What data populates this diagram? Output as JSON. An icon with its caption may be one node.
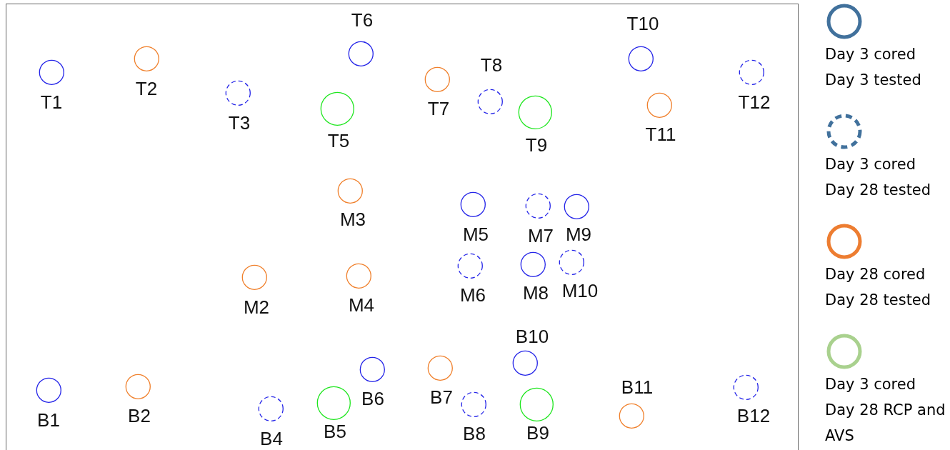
{
  "diagram": {
    "nodes": [
      {
        "text": [],
        "shape": "circle",
        "beside": [
          "T1"
        ]
      },
      {
        "text": [],
        "shape": "circle",
        "beside": [
          "T2"
        ]
      },
      {
        "text": [],
        "shape": "circle",
        "beside": [
          "T3"
        ]
      },
      {
        "text": [],
        "shape": "circle",
        "beside": [
          "T5"
        ]
      },
      {
        "text": [],
        "shape": "circle",
        "beside": [
          "T6"
        ]
      },
      {
        "text": [],
        "shape": "circle",
        "beside": [
          "T7"
        ]
      },
      {
        "text": [],
        "shape": "circle",
        "beside": [
          "T8"
        ]
      },
      {
        "text": [],
        "shape": "circle",
        "beside": [
          "T9"
        ]
      },
      {
        "text": [],
        "shape": "circle",
        "beside": [
          "T10"
        ]
      },
      {
        "text": [],
        "shape": "circle",
        "beside": [
          "T11"
        ]
      },
      {
        "text": [],
        "shape": "circle",
        "beside": [
          "T12"
        ]
      },
      {
        "text": [],
        "shape": "circle",
        "beside": [
          "M2"
        ]
      },
      {
        "text": [],
        "shape": "circle",
        "beside": [
          "M3"
        ]
      },
      {
        "text": [],
        "shape": "circle",
        "beside": [
          "M4"
        ]
      },
      {
        "text": [],
        "shape": "circle",
        "beside": [
          "M5"
        ]
      },
      {
        "text": [],
        "shape": "circle",
        "beside": [
          "M6"
        ]
      },
      {
        "text": [],
        "shape": "circle",
        "beside": [
          "M7"
        ]
      },
      {
        "text": [],
        "shape": "circle",
        "beside": [
          "M8"
        ]
      },
      {
        "text": [],
        "shape": "circle",
        "beside": [
          "M9"
        ]
      },
      {
        "text": [],
        "shape": "circle",
        "beside": [
          "M10"
        ]
      },
      {
        "text": [],
        "shape": "circle",
        "beside": [
          "B1"
        ]
      },
      {
        "text": [],
        "shape": "circle",
        "beside": [
          "B2"
        ]
      },
      {
        "text": [],
        "shape": "circle",
        "beside": [
          "B4"
        ]
      },
      {
        "text": [],
        "shape": "circle",
        "beside": [
          "B5"
        ]
      },
      {
        "text": [],
        "shape": "circle",
        "beside": [
          "B6"
        ]
      },
      {
        "text": [],
        "shape": "circle",
        "beside": [
          "B7"
        ]
      },
      {
        "text": [],
        "shape": "circle",
        "beside": [
          "B8"
        ]
      },
      {
        "text": [],
        "shape": "circle",
        "beside": [
          "B9"
        ]
      },
      {
        "text": [],
        "shape": "circle",
        "beside": [
          "B10"
        ]
      },
      {
        "text": [],
        "shape": "circle",
        "beside": [
          "B11"
        ]
      },
      {
        "text": [],
        "shape": "circle",
        "beside": [
          "B12"
        ]
      }
    ],
    "legend": [
      {
        "text": "Day 3 cored Day 3 tested"
      },
      {
        "text": "Day 3 cored Day 28 tested"
      },
      {
        "text": "Day 28 cored Day 28 tested"
      },
      {
        "text": "Day 3 cored Day 28 RCP and AVS"
      }
    ]
  }
}
